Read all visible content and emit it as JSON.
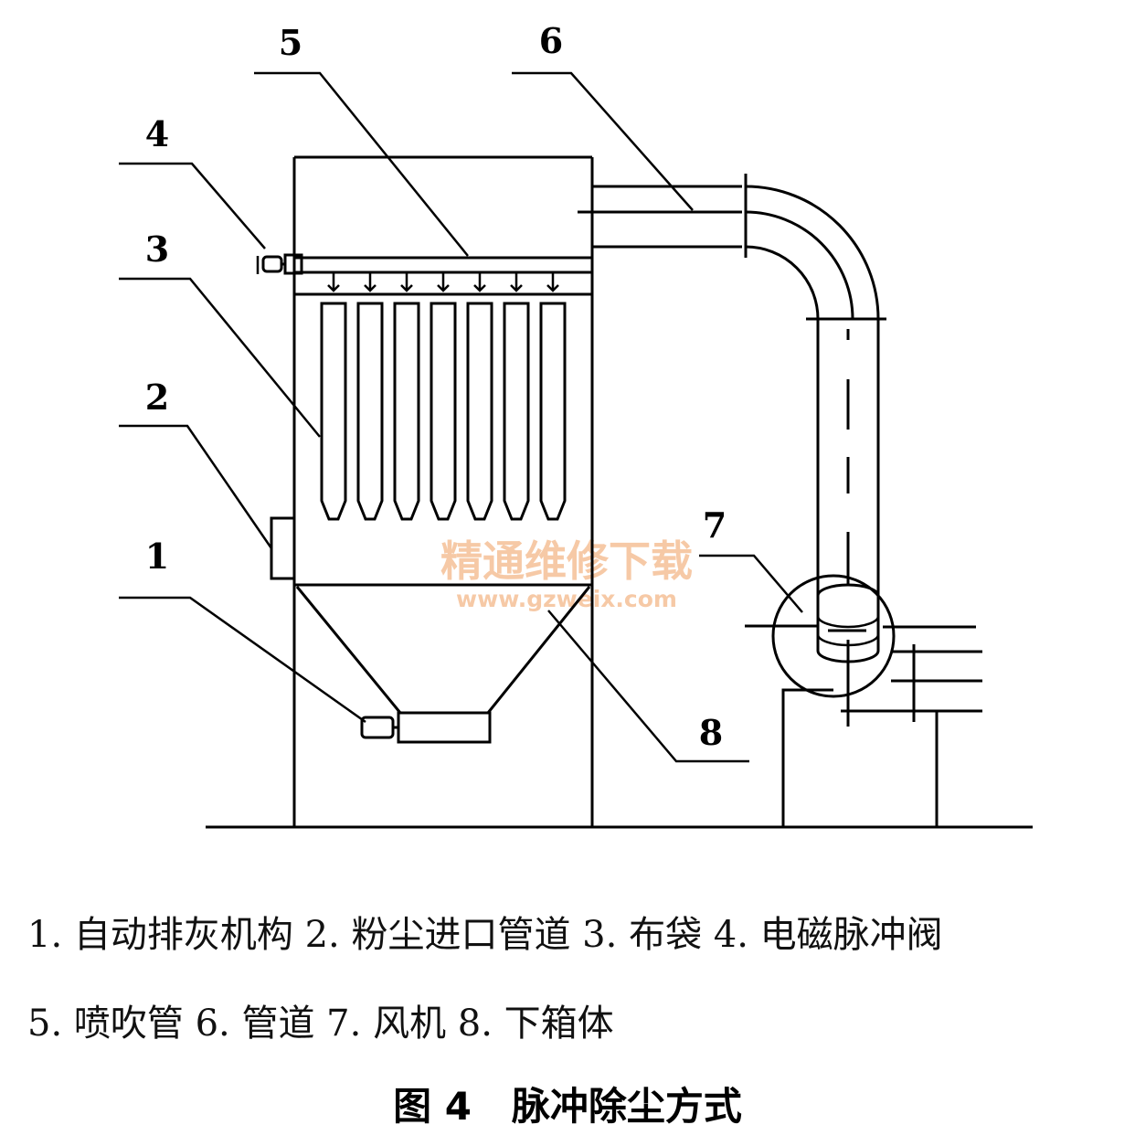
{
  "callouts": [
    {
      "id": "1",
      "label": "1"
    },
    {
      "id": "2",
      "label": "2"
    },
    {
      "id": "3",
      "label": "3"
    },
    {
      "id": "4",
      "label": "4"
    },
    {
      "id": "5",
      "label": "5"
    },
    {
      "id": "6",
      "label": "6"
    },
    {
      "id": "7",
      "label": "7"
    },
    {
      "id": "8",
      "label": "8"
    }
  ],
  "watermark": {
    "line1": "精通维修下载",
    "line2": "www.gzweix.com"
  },
  "legend": {
    "line1": "1. 自动排灰机构 2. 粉尘进口管道 3. 布袋 4. 电磁脉冲阀",
    "line2": "5. 喷吹管 6. 管道 7. 风机 8. 下箱体"
  },
  "caption": "图 4   脉冲除尘方式"
}
